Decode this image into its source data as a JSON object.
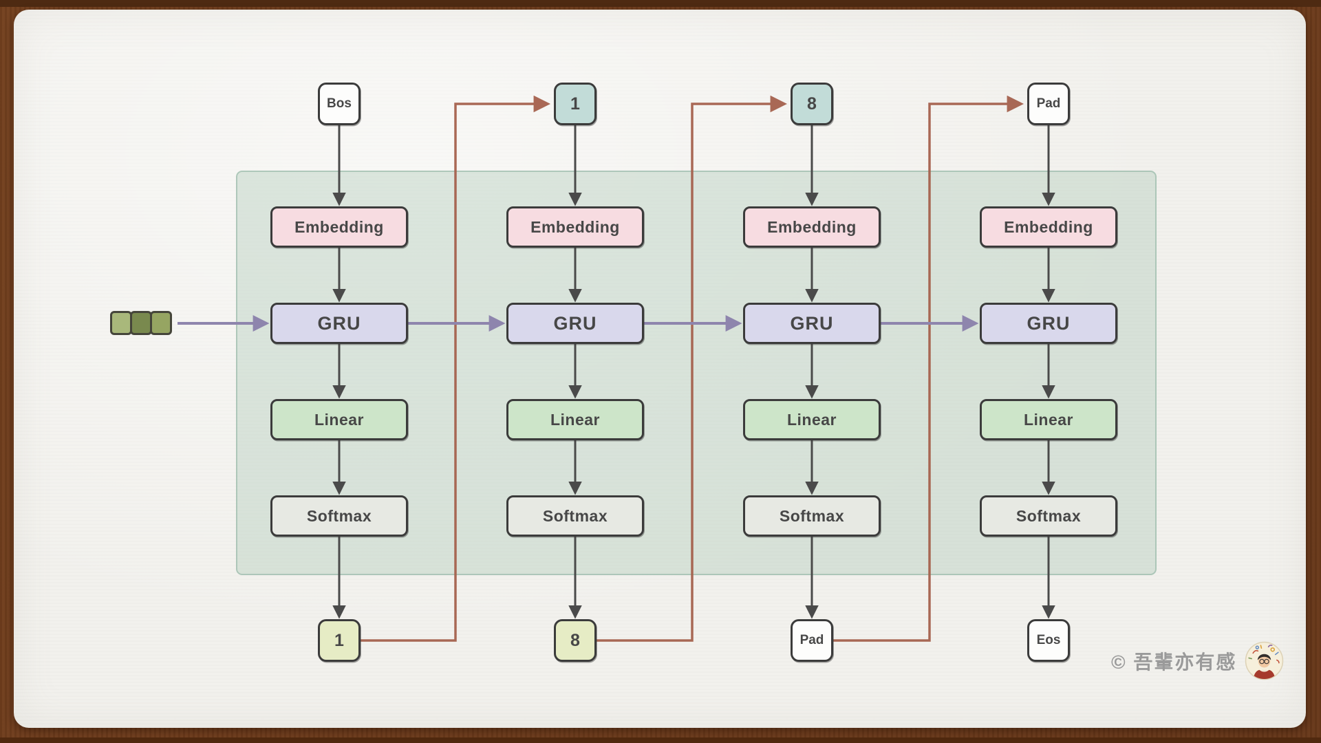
{
  "diagram": {
    "stages": [
      "Embedding",
      "GRU",
      "Linear",
      "Softmax"
    ],
    "columns": [
      {
        "input": "Bos",
        "output": "1"
      },
      {
        "input": "1",
        "output": "8"
      },
      {
        "input": "8",
        "output": "Pad"
      },
      {
        "input": "Pad",
        "output": "Eos"
      }
    ],
    "context_vector_cells": 3
  },
  "watermark": {
    "text": "© 吾輩亦有感"
  },
  "colors": {
    "frame": "#6e3c1c",
    "paper": "#f2f1ed",
    "backdrop": "#abc9b6",
    "embedding": "#f7dce1",
    "gru": "#d9d8ec",
    "linear": "#cde5c9",
    "softmax": "#e7e9e3",
    "input_token": "#c2dcd8",
    "output_token": "#e6ecc5",
    "arrow_dark": "#4a4a4a",
    "arrow_purple": "#8e85ad",
    "feedback_arrow": "#a5614d",
    "context_cells": [
      "#a9b87b",
      "#79894e",
      "#96a562"
    ]
  }
}
